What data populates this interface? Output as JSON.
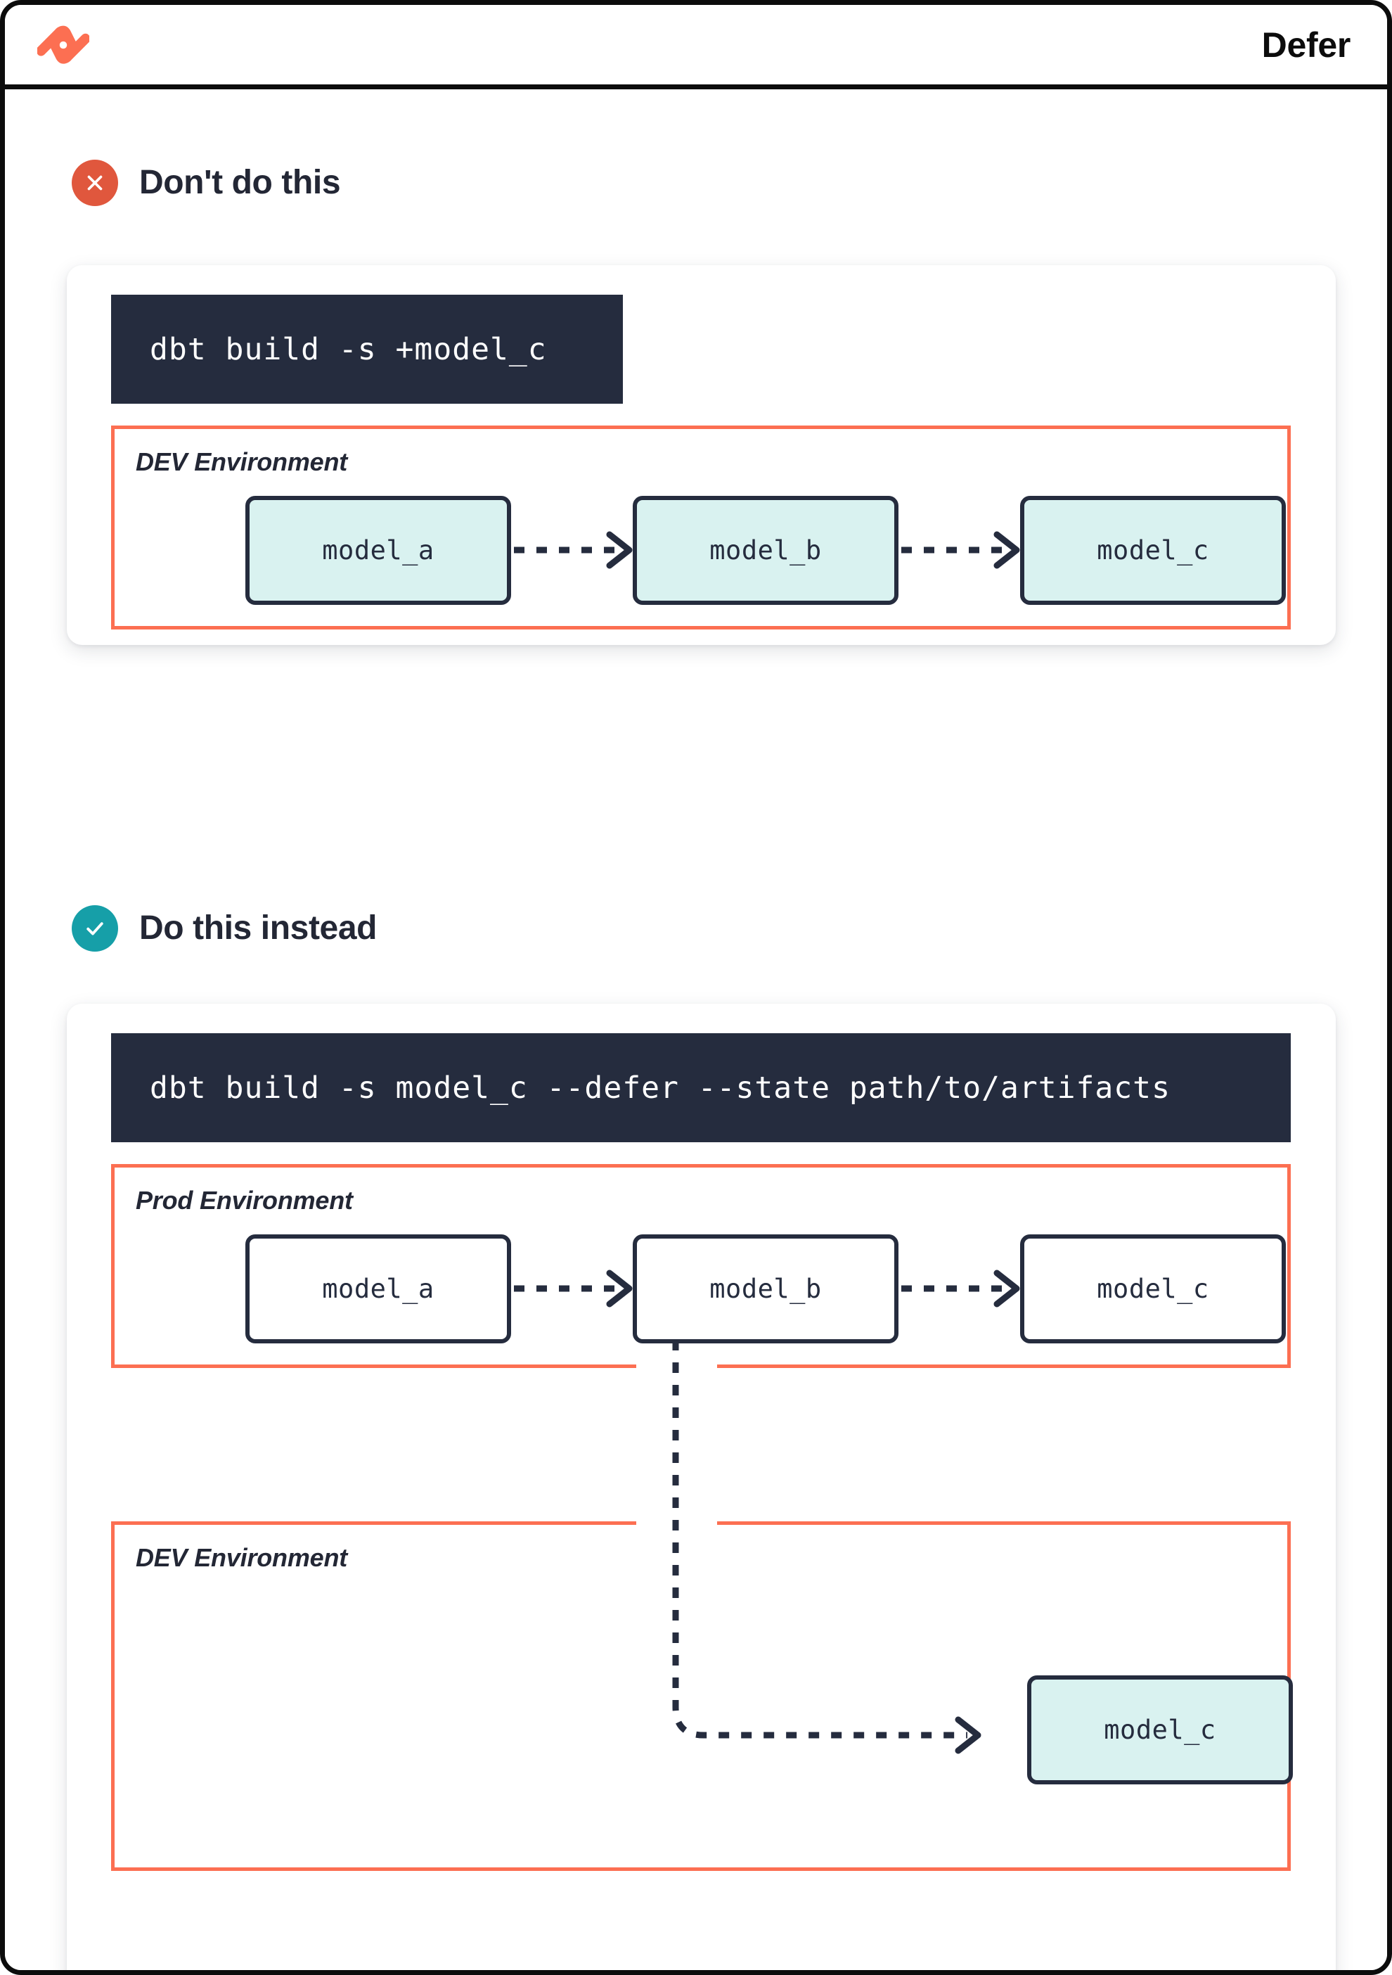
{
  "header": {
    "logo_name": "dbt-logo",
    "title": "Defer"
  },
  "colors": {
    "accent_orange": "#fc6f52",
    "bad_badge": "#e0573d",
    "good_badge": "#169fa8",
    "dark_navy": "#252c3e",
    "node_dev_fill": "#d9f2f0",
    "node_prod_fill": "#ffffff",
    "frame_black": "#0c0c0c"
  },
  "sections": [
    {
      "id": "dont-do-this",
      "badge_icon": "x-circle-icon",
      "badge_kind": "bad",
      "title": "Don't do this",
      "command": "dbt build -s +model_c",
      "environments": [
        {
          "id": "dev-env-1",
          "label": "DEV Environment",
          "node_style": "dev",
          "nodes": [
            {
              "id": "model_a",
              "label": "model_a"
            },
            {
              "id": "model_b",
              "label": "model_b"
            },
            {
              "id": "model_c",
              "label": "model_c"
            }
          ]
        }
      ]
    },
    {
      "id": "do-this-instead",
      "badge_icon": "check-circle-icon",
      "badge_kind": "good",
      "title": "Do this instead",
      "command": "dbt build -s model_c --defer --state path/to/artifacts",
      "environments": [
        {
          "id": "prod-env",
          "label": "Prod Environment",
          "node_style": "prod",
          "nodes": [
            {
              "id": "model_a",
              "label": "model_a"
            },
            {
              "id": "model_b",
              "label": "model_b"
            },
            {
              "id": "model_c",
              "label": "model_c"
            }
          ]
        },
        {
          "id": "dev-env-2",
          "label": "DEV Environment",
          "node_style": "dev",
          "nodes": [
            {
              "id": "model_c",
              "label": "model_c"
            }
          ]
        }
      ]
    }
  ]
}
